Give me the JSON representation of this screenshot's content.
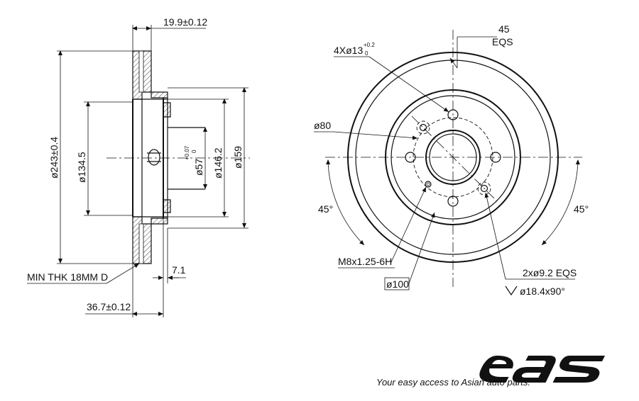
{
  "side_view": {
    "dim_hat_thickness": "19.9±0.12",
    "dim_outer_diameter": "ø243±0.4",
    "dim_bolt_inner_diameter": "ø134.5",
    "dim_bore_base": "ø57",
    "dim_bore_tol_upper": "+0.07",
    "dim_bore_tol_lower": "0",
    "dim_hat_diameter": "ø146.2",
    "dim_hub_diameter": "ø159",
    "label_min_thickness": "MIN THK 18MM D",
    "dim_flange_thickness": "7.1",
    "dim_total_height": "36.7±0.12"
  },
  "front_view": {
    "holes_label": "4Xø13",
    "holes_tol_upper": "+0.2",
    "holes_tol_lower": "0",
    "angle_top": "45",
    "angle_top_eqs": "EQS",
    "pcd_label": "ø80",
    "angle_left": "45°",
    "angle_right": "45°",
    "thread_label": "M8x1.25-6H",
    "diameter_box": "ø100",
    "counterbore_label": "2xø9.2 EQS",
    "countersink_label": "ø18.4x90°"
  },
  "brand": {
    "logo_text": "eas",
    "tagline": "Your easy access to Asian auto parts."
  }
}
